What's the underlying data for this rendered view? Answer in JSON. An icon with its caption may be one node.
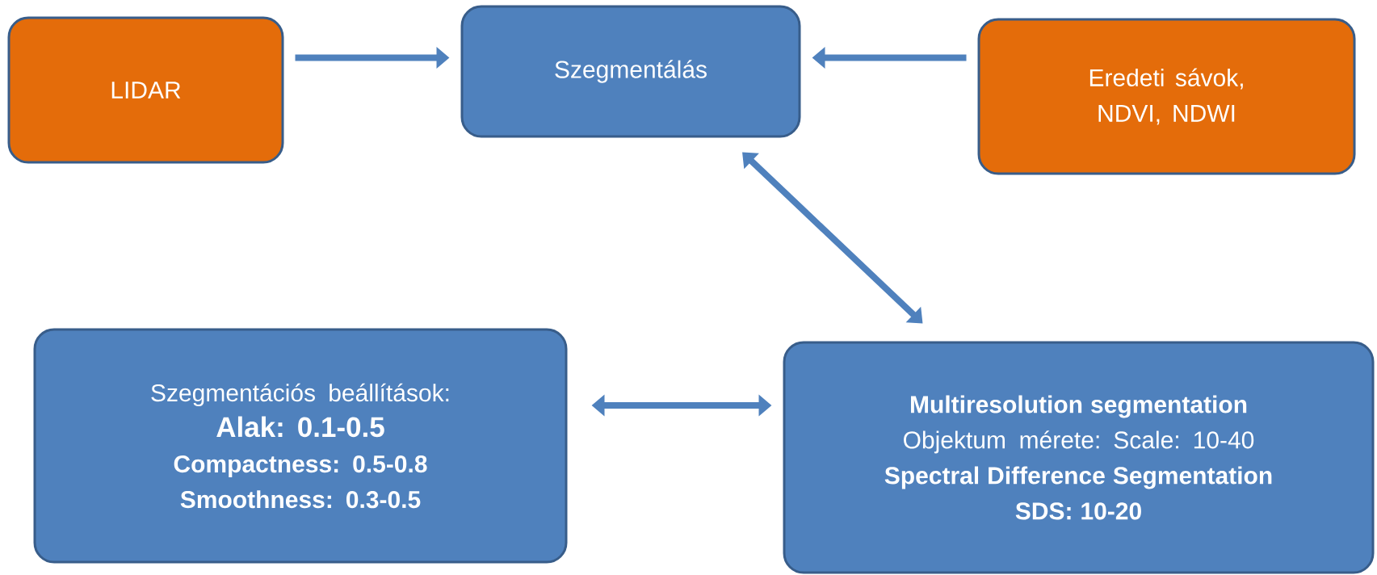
{
  "diagram": {
    "nodes": [
      {
        "text": [
          "LIDAR"
        ]
      },
      {
        "text": [
          "Szegmentálás"
        ]
      },
      {
        "text": [
          "Eredeti sávok, NDVI, NDWI"
        ]
      },
      {
        "text": [
          "Szegmentációs beállítások:",
          "Alak: 0.1-0.5",
          "Compactness: 0.5-0.8",
          "Smoothness: 0.3-0.5"
        ]
      },
      {
        "text": [
          "Multiresolution segmentation",
          "Objektum mérete: Scale: 10-40",
          "Spectral Difference Segmentation",
          "SDS: 10-20"
        ]
      }
    ],
    "edges": [
      {
        "from": 0,
        "to": 1,
        "arrow": "to"
      },
      {
        "from": 2,
        "to": 1,
        "arrow": "to"
      },
      {
        "from": 1,
        "to": 4,
        "arrow": "both"
      },
      {
        "from": 3,
        "to": 4,
        "arrow": "both"
      }
    ]
  }
}
